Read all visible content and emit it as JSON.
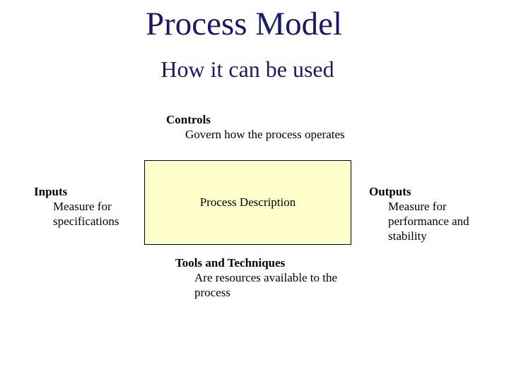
{
  "slide": {
    "title": "Process Model",
    "subtitle": "How it can be used",
    "colors": {
      "title_text": "#191970",
      "body_text": "#000000",
      "box_fill": "#FFFFCC",
      "box_border": "#000000",
      "background": "#FFFFFF"
    },
    "diagram": {
      "controls": {
        "heading": "Controls",
        "lines": [
          "Govern how the process operates"
        ]
      },
      "inputs": {
        "heading": "Inputs",
        "lines": [
          "Measure for",
          "specifications"
        ]
      },
      "process_box": {
        "label": "Process Description"
      },
      "outputs": {
        "heading": "Outputs",
        "lines": [
          "Measure for",
          "performance and",
          "stability"
        ]
      },
      "tools": {
        "heading": "Tools and Techniques",
        "lines": [
          "Are resources available to the",
          "process"
        ]
      }
    }
  }
}
